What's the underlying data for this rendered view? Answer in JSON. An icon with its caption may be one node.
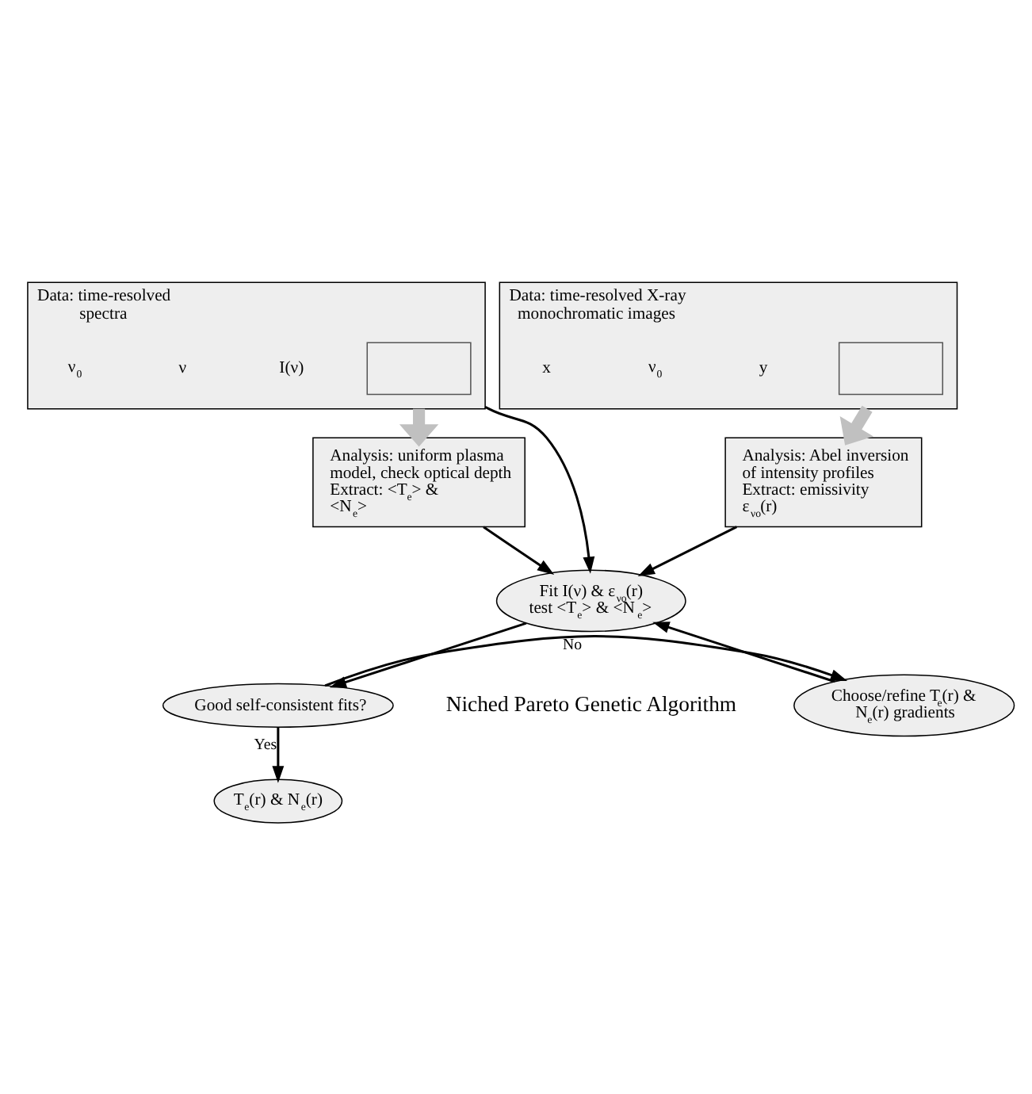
{
  "diagram": {
    "nodes": [
      {
        "text": [
          "Data: time-resolved spectra"
        ]
      },
      {
        "text": [],
        "shape": "box",
        "in": 0
      },
      {
        "text": [
          "Data: time-resolved X-ray monochromatic images"
        ]
      },
      {
        "text": [],
        "shape": "box",
        "in": 2
      },
      {
        "text": [
          "Analysis: uniform plasma model, check optical depth",
          "Extract: <T$_{e}$> & <N$_{e}$>"
        ]
      },
      {
        "text": [
          "Analysis: Abel inversion of intensity profiles",
          "Extract: emissivity ε$_{νo}$(r)"
        ]
      },
      {
        "text": [
          "Fit I(ν) & ε$_{νo}$(r)",
          "test <T$_{e}$> & <N$_{e}$>"
        ]
      },
      {
        "text": [
          "Good self-consistent fits?"
        ]
      },
      {
        "text": [
          "Choose/refine T$_{e}$(r) & N$_{e}$(r) gradients"
        ]
      },
      {
        "text": [
          "T$_{e}$(r) & N$_{e}$(r)"
        ]
      }
    ],
    "edges": [
      {
        "from": 0,
        "to": 4,
        "arrow": "to",
        "style": "thick",
        "color": "#c0c0c0"
      },
      {
        "from": 2,
        "to": 5,
        "arrow": "to",
        "style": "thick",
        "color": "#c0c0c0"
      },
      {
        "from": 0,
        "to": 6,
        "arrow": "to"
      },
      {
        "from": 4,
        "to": 6,
        "arrow": "to"
      },
      {
        "from": 5,
        "to": 6,
        "arrow": "to"
      },
      {
        "from": 6,
        "to": 7,
        "arrow": "to"
      },
      {
        "from": 7,
        "to": 8,
        "arrow": "to",
        "label": "No"
      },
      {
        "from": 8,
        "to": 6,
        "arrow": "to"
      },
      {
        "from": 7,
        "to": 9,
        "arrow": "to",
        "label": "Yes"
      }
    ],
    "labels": [
      "I(ν)",
      "ν",
      "ν$_{0}$",
      "y",
      "ν$_{0}$",
      "x",
      "Niched Pareto Genetic Algorithm"
    ]
  }
}
